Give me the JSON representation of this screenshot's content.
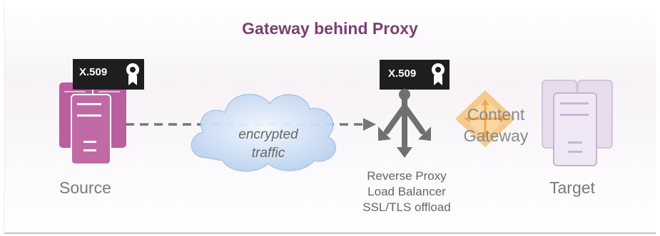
{
  "title": "Gateway behind Proxy",
  "source": {
    "label": "Source",
    "certificate": "X.509"
  },
  "proxy": {
    "certificate": "X.509",
    "roles": [
      "Reverse Proxy",
      "Load Balancer",
      "SSL/TLS offload"
    ]
  },
  "connection": {
    "line1": "encrypted",
    "line2": "traffic"
  },
  "content_gateway": {
    "line1": "Content",
    "line2": "Gateway"
  },
  "target": {
    "label": "Target"
  },
  "colors": {
    "title": "#7a3f74",
    "source_server": "#b85f9e",
    "target_server": "#ddd0e6",
    "proxy_icon": "#777777",
    "content_gateway": "#f3b567",
    "cloud": "#bdd5f0",
    "background_band": "#f6f2f6"
  },
  "icons": [
    "server-icon",
    "certificate-badge-icon",
    "cloud-icon",
    "proxy-fork-icon",
    "gateway-diamond-icon"
  ]
}
